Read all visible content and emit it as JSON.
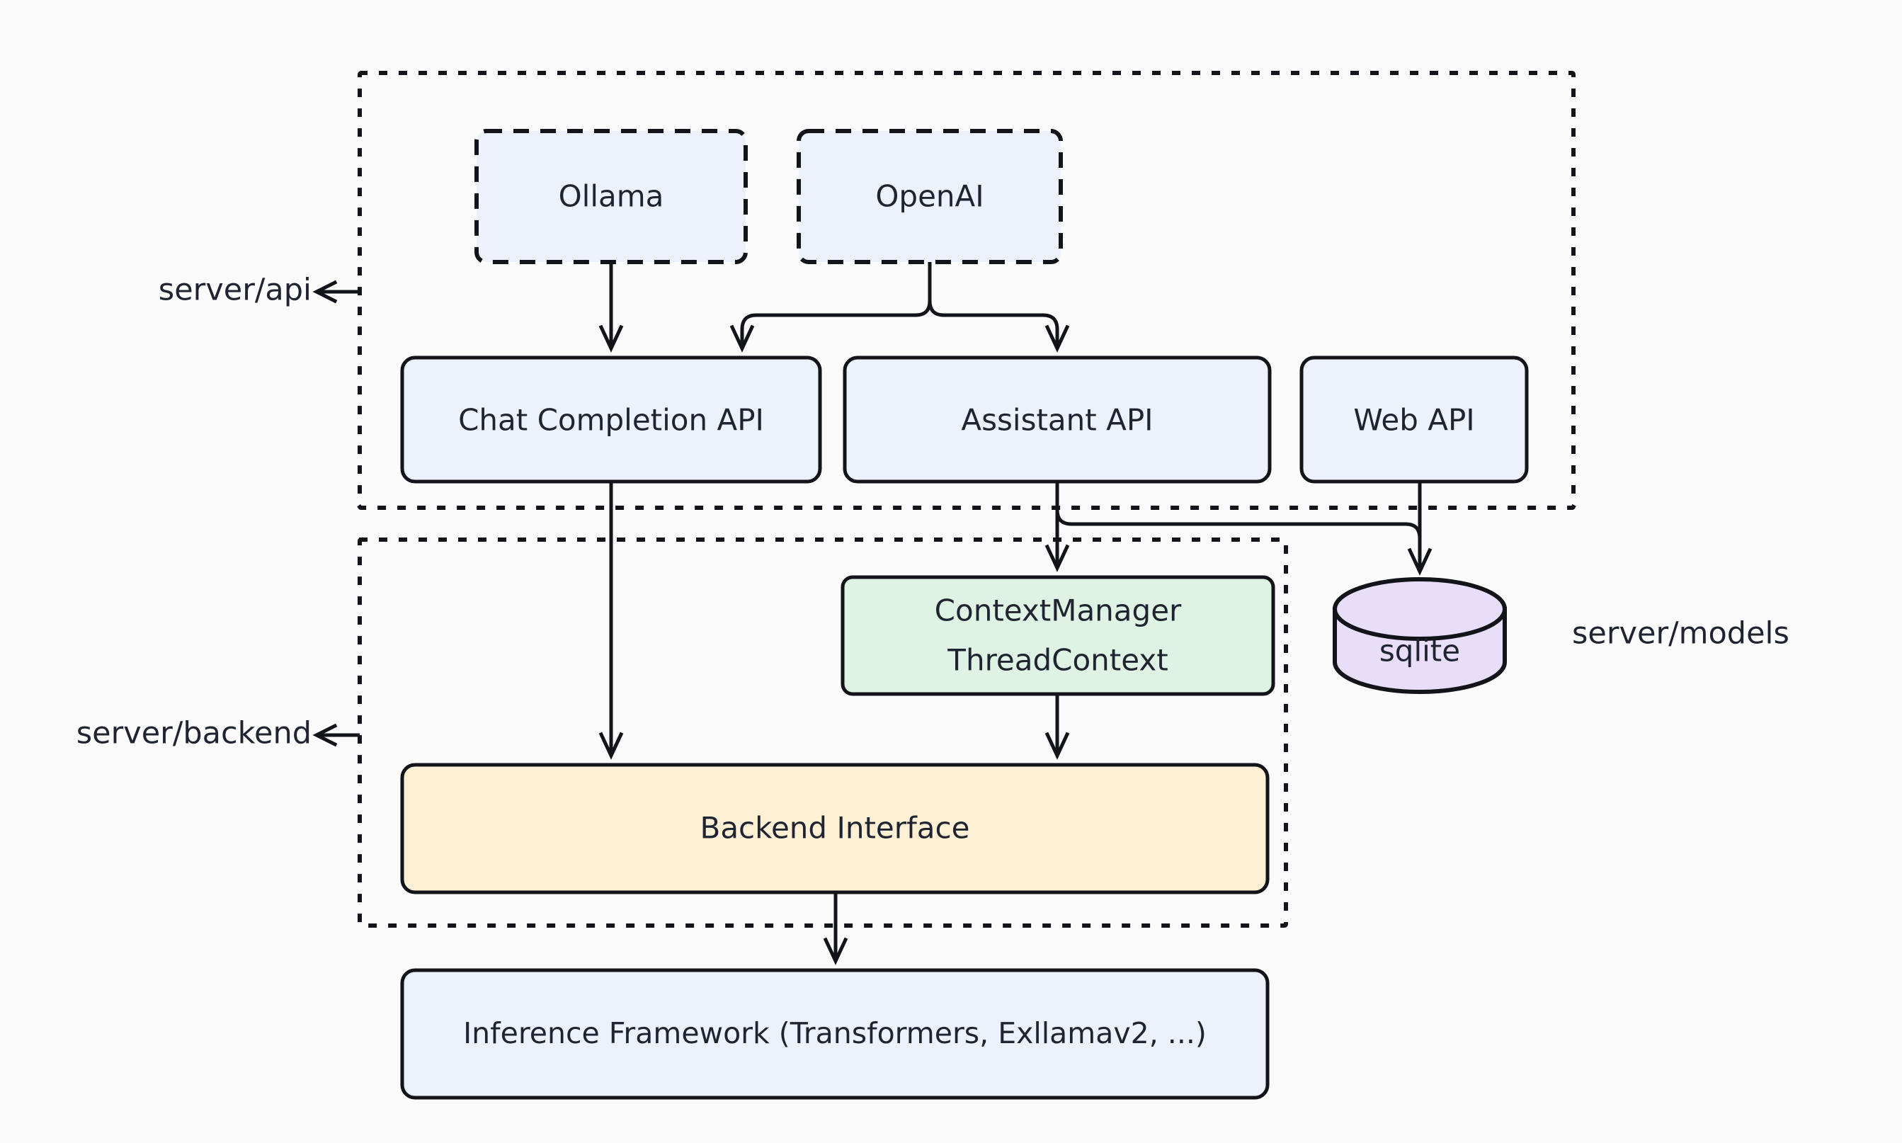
{
  "diagram": {
    "title_nodes": {
      "ollama": "Ollama",
      "openai": "OpenAI",
      "chat_completion_api": "Chat Completion API",
      "assistant_api": "Assistant API",
      "web_api": "Web API",
      "context_manager_line1": "ContextManager",
      "context_manager_line2": "ThreadContext",
      "sqlite": "sqlite",
      "backend_interface": "Backend Interface",
      "inference_framework": "Inference Framework (Transformers, Exllamav2, ...)"
    },
    "group_labels": {
      "api": "server/api",
      "backend": "server/backend",
      "models": "server/models"
    },
    "colors": {
      "blue_fill": "#ecf1fb",
      "green_fill": "#def3e3",
      "purple_fill": "#e8defa",
      "yellow_fill": "#fdf0d5",
      "stroke": "#12141a",
      "text": "#1f2430",
      "background": "#fbfbfb"
    }
  }
}
